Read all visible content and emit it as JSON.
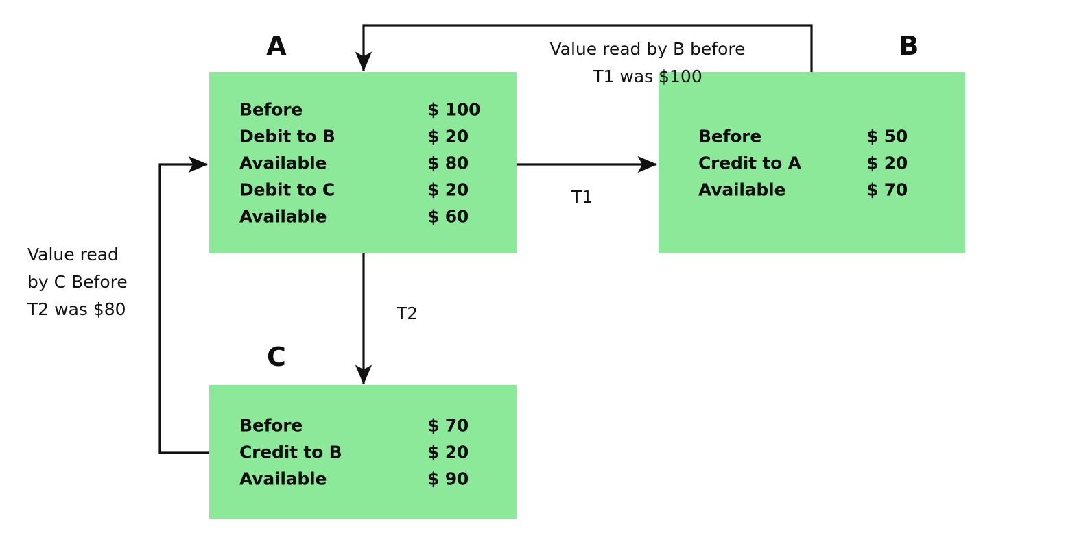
{
  "diagram": {
    "title_colors": {
      "node_fill": "#8ce99a",
      "text": "#0d0d0d",
      "connector": "#111111",
      "background": "#ffffff"
    },
    "nodes": [
      {
        "id": "A",
        "letter": "A",
        "rows": [
          {
            "label": "Before",
            "amount": "$ 100"
          },
          {
            "label": "Debit to B",
            "amount": "$ 20"
          },
          {
            "label": "Available",
            "amount": "$ 80"
          },
          {
            "label": "Debit to C",
            "amount": "$ 20"
          },
          {
            "label": "Available",
            "amount": "$ 60"
          }
        ]
      },
      {
        "id": "B",
        "letter": "B",
        "rows": [
          {
            "label": "Before",
            "amount": "$ 50"
          },
          {
            "label": "Credit to A",
            "amount": "$ 20"
          },
          {
            "label": "Available",
            "amount": "$ 70"
          }
        ]
      },
      {
        "id": "C",
        "letter": "C",
        "rows": [
          {
            "label": "Before",
            "amount": "$ 70"
          },
          {
            "label": "Credit to B",
            "amount": "$ 20"
          },
          {
            "label": "Available",
            "amount": "$ 90"
          }
        ]
      }
    ],
    "edge_labels": {
      "t1": "T1",
      "t2": "T2"
    },
    "annotations": {
      "top": "Value read by B before\nT1 was $100",
      "left": "Value read\nby C Before\nT2 was $80"
    }
  }
}
